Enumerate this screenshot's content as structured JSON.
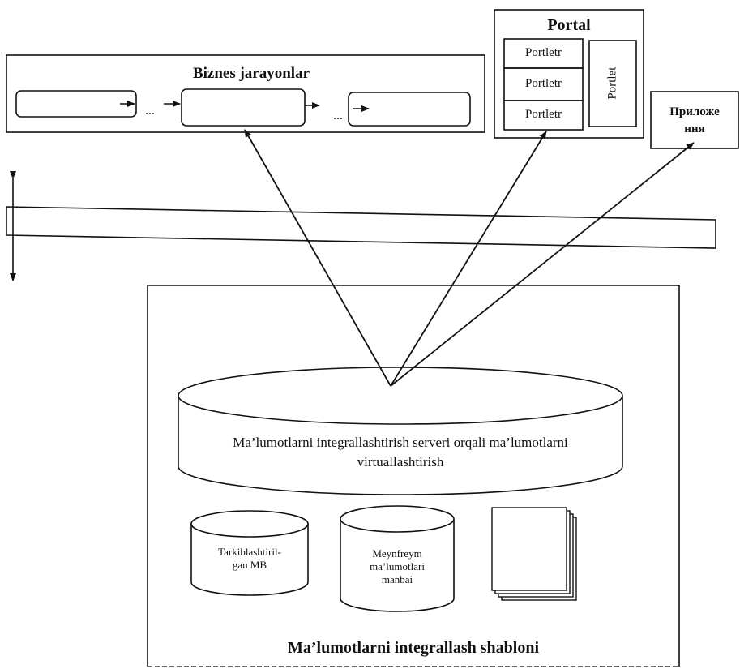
{
  "business_processes": {
    "title": "Biznes jarayonlar",
    "ellipsis_1": "...",
    "ellipsis_2": "..."
  },
  "portal": {
    "title": "Portal",
    "portlets": [
      "Portletr",
      "Portletr",
      "Portletr"
    ],
    "side_portlet": "Portlet"
  },
  "application": {
    "label_line1": "Приложе",
    "label_line2": "ння"
  },
  "server": {
    "label_line1": "Ma’lumotlarni integrallashtirish serveri orqali ma’lumotlarni",
    "label_line2": "virtuallashtirish"
  },
  "sources": {
    "structured_db_line1": "Tarkiblashtiril-",
    "structured_db_line2": "gan MB",
    "mainframe_line1": "Meynfreym",
    "mainframe_line2": "ma’lumotlari",
    "mainframe_line3": "manbai"
  },
  "pattern_title": "Ma’lumotlarni integrallash shabloni"
}
